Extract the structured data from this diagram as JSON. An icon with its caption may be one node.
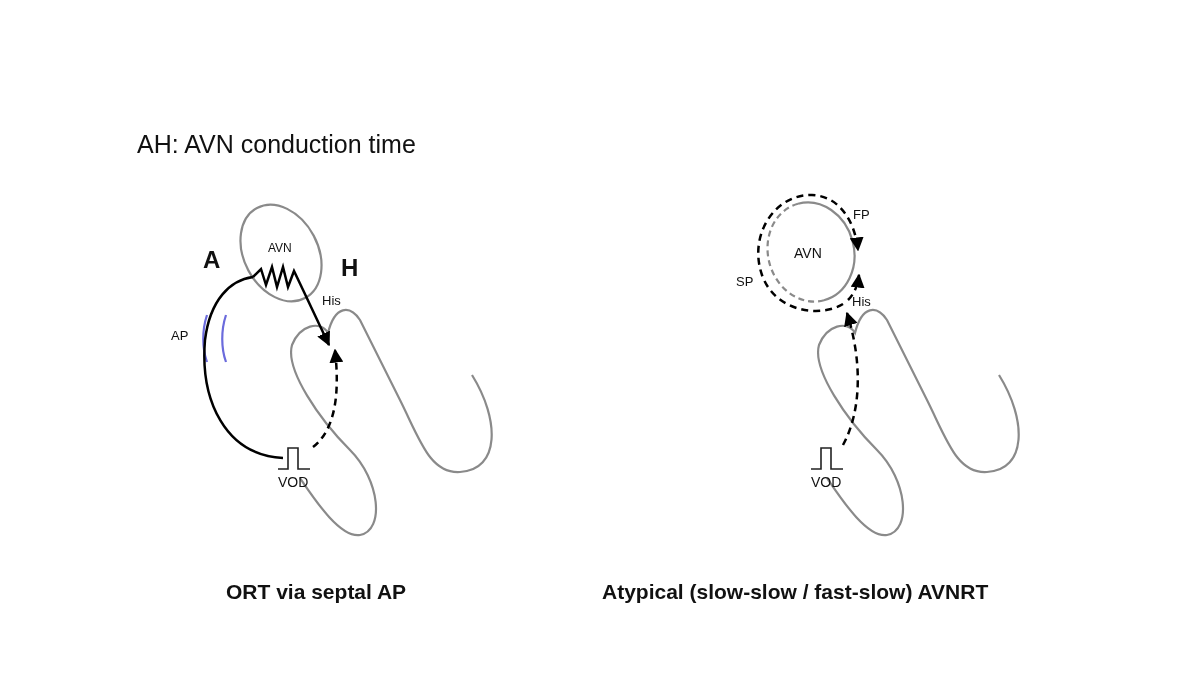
{
  "diagram": {
    "title": "AH: AVN conduction time",
    "nodes": [
      {
        "text": [
          "AVN"
        ]
      },
      {
        "text": [
          "VOD"
        ]
      },
      {
        "text": [
          "AVN"
        ]
      },
      {
        "text": [
          "VOD"
        ]
      }
    ],
    "edges": [
      {
        "from": 1,
        "to": 0,
        "arrow": "none"
      },
      {
        "from": 0,
        "to": null,
        "arrow": "to"
      },
      {
        "from": 1,
        "to": null,
        "arrow": "to",
        "style": "dashed"
      },
      {
        "from": 3,
        "to": 2,
        "arrow": "to",
        "style": "dashed"
      },
      {
        "from": 2,
        "to": 2,
        "arrow": "to",
        "style": "dashed"
      },
      {
        "from": 2,
        "to": 2,
        "arrow": "to",
        "style": "dashed"
      }
    ],
    "labels": [
      "A",
      "H",
      "His",
      "AP",
      "SP",
      "FP",
      "His",
      "ORT via septal AP",
      "Atypical (slow-slow / fast-slow) AVNRT"
    ]
  }
}
